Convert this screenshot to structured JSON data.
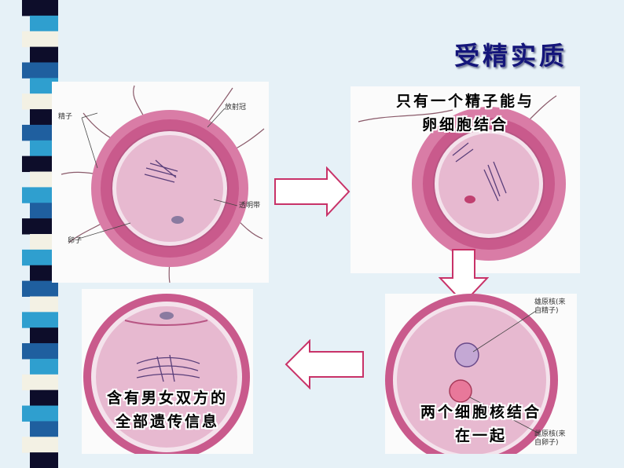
{
  "slide_title": "受精实质",
  "panels": {
    "top_left": {
      "labels": {
        "sperm": "精子",
        "corona": "放射冠",
        "zona": "透明带",
        "egg": "卵子"
      }
    },
    "top_right": {
      "caption_line1": "只有一个精子能与",
      "caption_line2": "卵细胞结合"
    },
    "bottom_right": {
      "male_label_line1": "雄原核(来",
      "male_label_line2": "自精子)",
      "female_label_line1": "雌原核(来",
      "female_label_line2": "自卵子)",
      "caption_line1": "两个细胞核结合",
      "caption_line2": "在一起"
    },
    "bottom_left": {
      "caption_line1": "含有男女双方的",
      "caption_line2": "全部遗传信息"
    }
  },
  "colors": {
    "background": "#e6f1f7",
    "title": "#14157a",
    "arrow_stroke": "#c83268",
    "cell_pink": "#d96f9e",
    "cytoplasm": "#e6b3cd"
  }
}
